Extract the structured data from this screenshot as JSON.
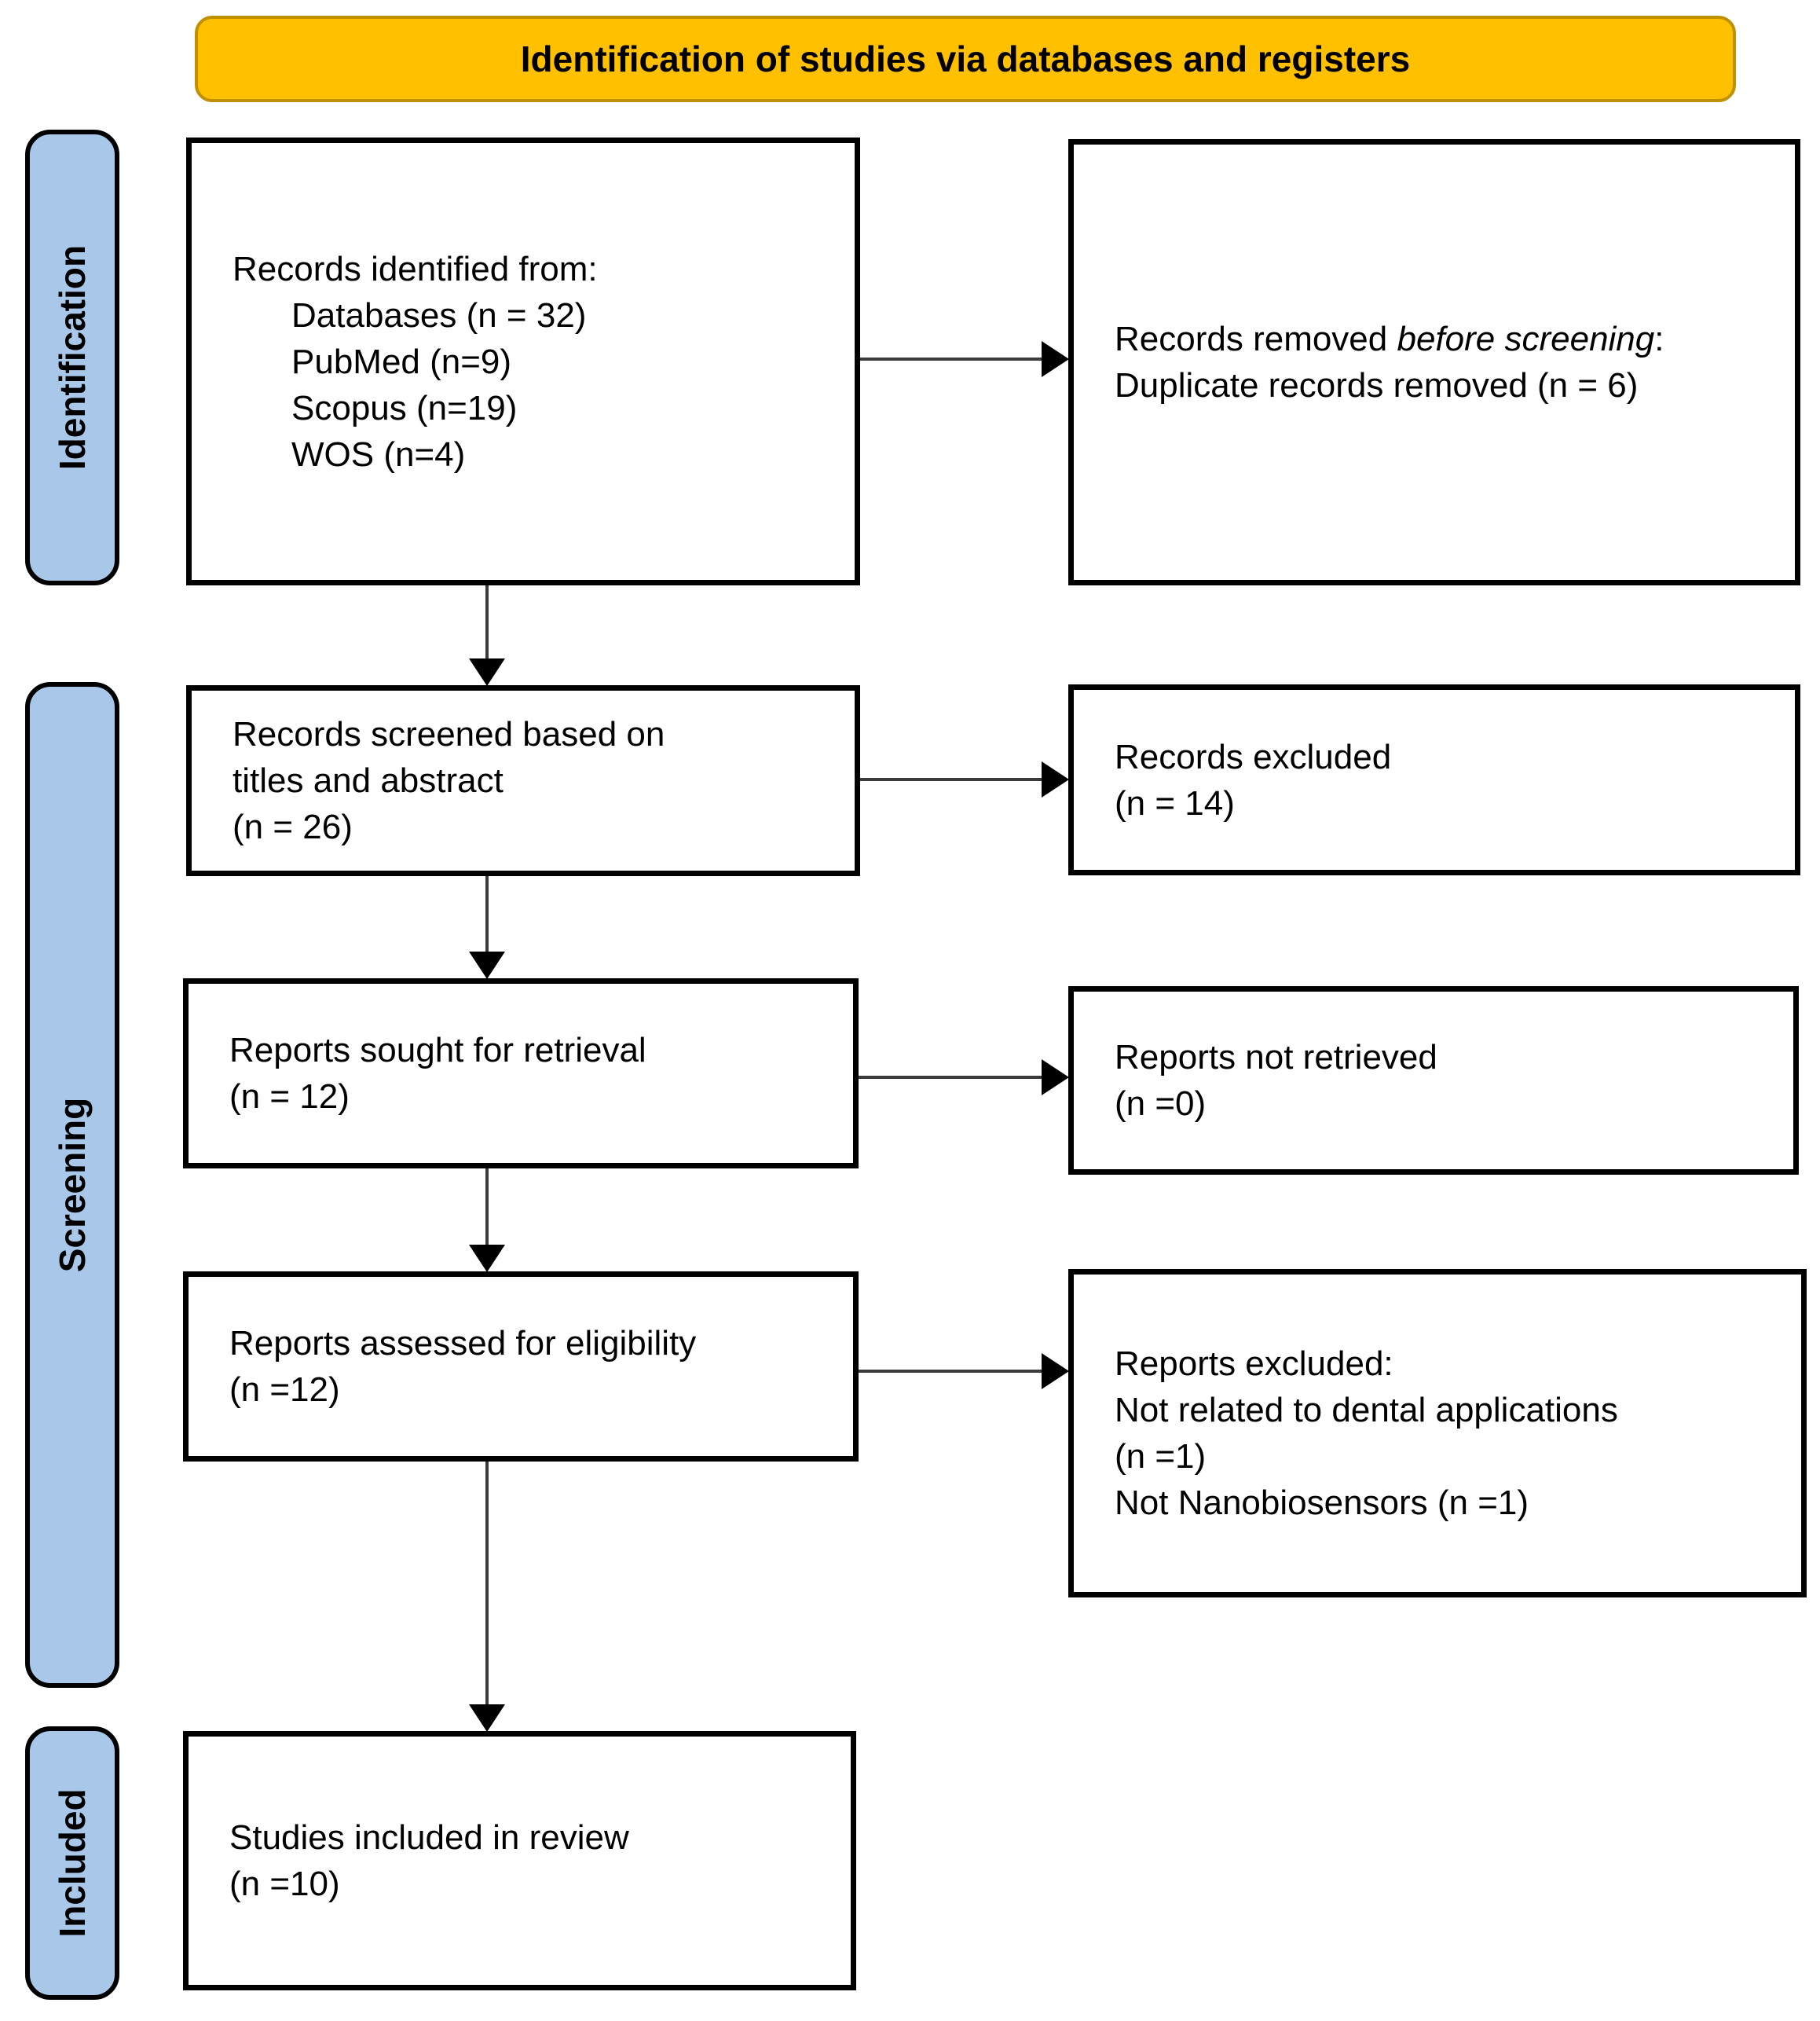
{
  "title": "Identification of studies via databases and registers",
  "colors": {
    "banner_bg": "#FFC000",
    "banner_border": "#BF9000",
    "sidebar_bg": "#A9C8E9",
    "box_bg": "#FFFFFF",
    "box_border": "#000000",
    "arrow": "#3A3A3A"
  },
  "sidebars": [
    {
      "label": "Identification"
    },
    {
      "label": "Screening"
    },
    {
      "label": "Included"
    }
  ],
  "boxes": {
    "records_identified": {
      "heading": "Records identified from:",
      "items": [
        "Databases (n = 32)",
        "PubMed (n=9)",
        "Scopus (n=19)",
        "WOS (n=4)"
      ]
    },
    "records_removed": {
      "prefix": "Records removed ",
      "italic": "before screening",
      "suffix": ":",
      "line2": "Duplicate records removed (n = 6)"
    },
    "records_screened": {
      "lines": [
        "Records screened based on",
        "titles and abstract",
        "(n = 26)"
      ]
    },
    "records_excluded": {
      "lines": [
        "Records excluded",
        "(n = 14)"
      ]
    },
    "reports_sought": {
      "lines": [
        "Reports sought for retrieval",
        "(n = 12)"
      ]
    },
    "reports_not_retrieved": {
      "lines": [
        "Reports not retrieved",
        "(n =0)"
      ]
    },
    "reports_assessed": {
      "lines": [
        "Reports assessed for eligibility",
        "(n =12)"
      ]
    },
    "reports_excluded": {
      "lines": [
        "Reports excluded:",
        "Not related to dental applications",
        "(n =1)",
        "Not Nanobiosensors (n =1)"
      ]
    },
    "studies_included": {
      "lines": [
        "Studies included in review",
        "(n =10)"
      ]
    }
  }
}
